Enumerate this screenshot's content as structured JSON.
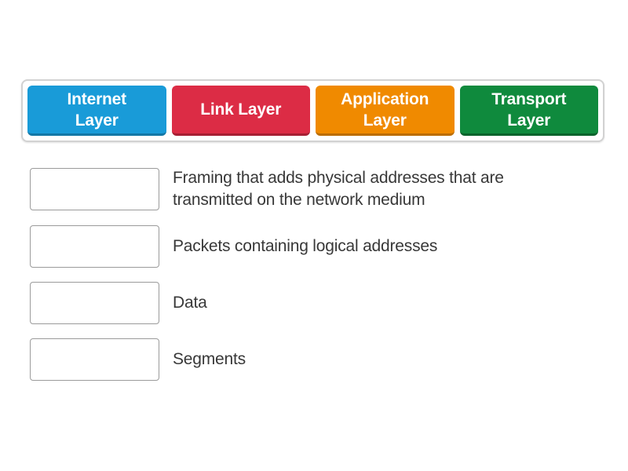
{
  "page": {
    "background_color": "#ffffff"
  },
  "tray": {
    "tiles": [
      {
        "label": "Internet\nLayer",
        "color": "#199bd8",
        "edge_color": "#1377a6"
      },
      {
        "label": "Link Layer",
        "color": "#dc2c45",
        "edge_color": "#a61f33"
      },
      {
        "label": "Application\nLayer",
        "color": "#f08a00",
        "edge_color": "#bb6d04"
      },
      {
        "label": "Transport\nLayer",
        "color": "#0f8a3d",
        "edge_color": "#0a632b"
      }
    ]
  },
  "matches": [
    {
      "description": "Framing that adds physical addresses that are transmitted on the network medium"
    },
    {
      "description": "Packets containing logical addresses"
    },
    {
      "description": "Data"
    },
    {
      "description": "Segments"
    }
  ]
}
